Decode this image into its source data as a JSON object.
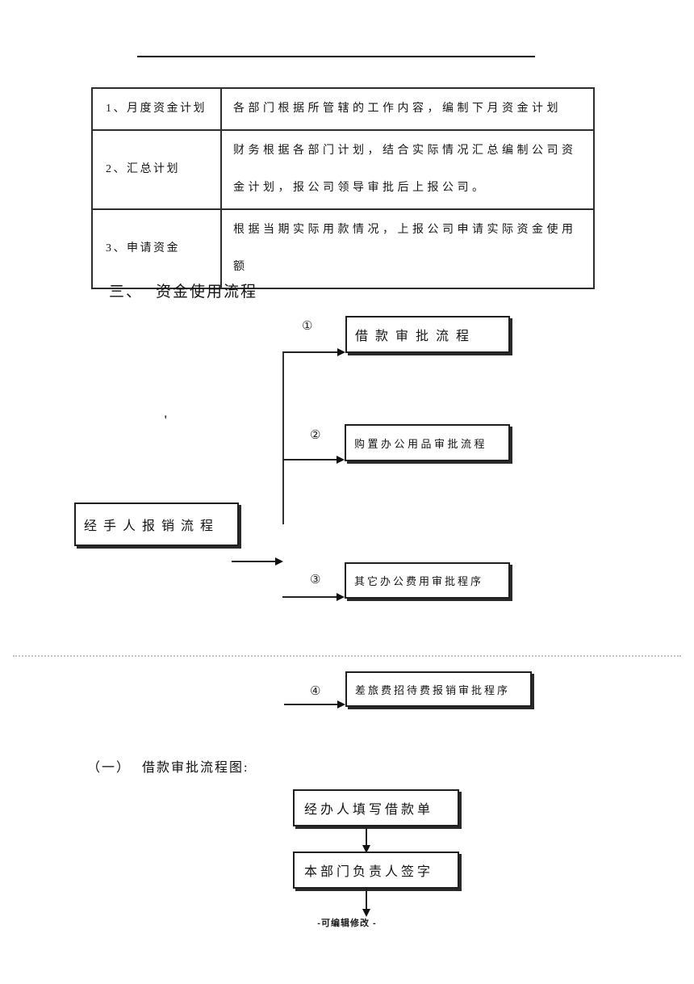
{
  "table": {
    "rows": [
      {
        "label": "1、月度资金计划",
        "desc": "各部门根据所管辖的工作内容，编制下月资金计划"
      },
      {
        "label": "2、汇总计划",
        "desc": "财务根据各部门计划，结合实际情况汇总编制公司资金计划，报公司领导审批后上报公司。"
      },
      {
        "label": "3、申请资金",
        "desc": "根据当期实际用款情况，上报公司申请实际资金使用额"
      }
    ]
  },
  "section": {
    "number": "三、",
    "title": "资金使用流程"
  },
  "flowchart": {
    "source_box": "经手人报销流程",
    "stray_mark": "'",
    "branches": [
      {
        "num": "①",
        "label": "借款审批流程"
      },
      {
        "num": "②",
        "label": "购置办公用品审批流程"
      },
      {
        "num": "③",
        "label": "其它办公费用审批程序"
      },
      {
        "num": "④",
        "label": "差旅费招待费报销审批程序"
      }
    ]
  },
  "subsection": {
    "number": "（一）",
    "title": "借款审批流程图:"
  },
  "loan_flow": {
    "steps": [
      "经办人填写借款单",
      "本部门负责人签字"
    ]
  },
  "footer": {
    "text": "-可编辑修改 -"
  }
}
